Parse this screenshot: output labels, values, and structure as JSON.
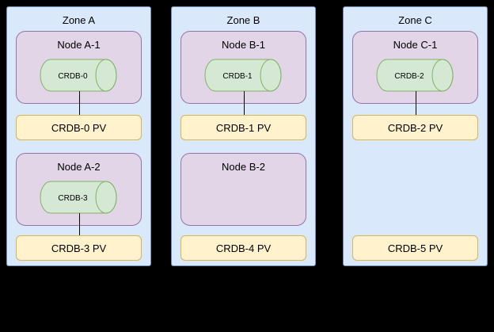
{
  "diagram": {
    "zones": [
      {
        "title": "Zone A",
        "nodes": [
          {
            "label": "Node A-1",
            "cylinder": "CRDB-0",
            "pv": "CRDB-0 PV"
          },
          {
            "label": "Node A-2",
            "cylinder": "CRDB-3",
            "pv": "CRDB-3 PV"
          }
        ]
      },
      {
        "title": "Zone B",
        "nodes": [
          {
            "label": "Node B-1",
            "cylinder": "CRDB-1",
            "pv": "CRDB-1 PV"
          },
          {
            "label": "Node B-2",
            "pv": "CRDB-4 PV"
          }
        ]
      },
      {
        "title": "Zone C",
        "nodes": [
          {
            "label": "Node C-1",
            "cylinder": "CRDB-2",
            "pv": "CRDB-2 PV"
          },
          {
            "pv": "CRDB-5 PV"
          }
        ]
      }
    ],
    "colors": {
      "background": "#000000",
      "zone_fill": "#dae8fc",
      "zone_border": "#6c8ebf",
      "node_fill": "#e1d5e7",
      "node_border": "#9673a6",
      "cylinder_fill": "#d5e8d4",
      "cylinder_border": "#82b366",
      "pv_fill": "#fff2cc",
      "pv_border": "#d6b656",
      "connector": "#000000"
    }
  }
}
